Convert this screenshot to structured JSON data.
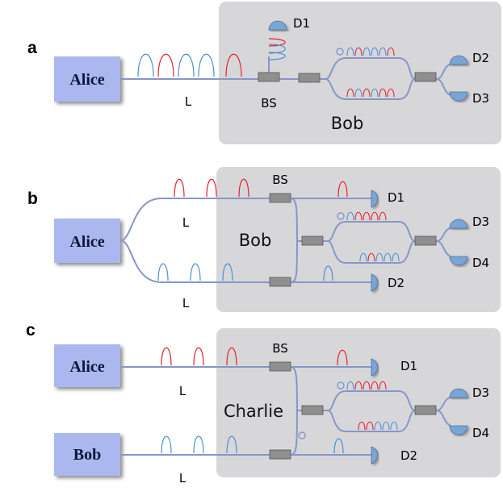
{
  "colors": {
    "fiber": "#8796c8",
    "box_fill": "#d7d7d9",
    "party_fill": "#aab8ef",
    "pulse_red": "#e8202a",
    "pulse_blue": "#4b8fd3",
    "detector": "#7aa6d6",
    "beamsplitter": "#8f8f8f"
  },
  "panels": [
    {
      "letter": "a",
      "party": "Alice",
      "fiber_label": "L",
      "station": "Bob",
      "bs_label": "BS",
      "detectors": [
        "D1",
        "D2",
        "D3"
      ]
    },
    {
      "letter": "b",
      "party": "Alice",
      "fiber_labels": [
        "L",
        "L"
      ],
      "station": "Bob",
      "bs_label": "BS",
      "detectors": [
        "D1",
        "D2",
        "D3",
        "D4"
      ]
    },
    {
      "letter": "c",
      "parties": [
        "Alice",
        "Bob"
      ],
      "fiber_labels": [
        "L",
        "L"
      ],
      "station": "Charlie",
      "bs_label": "BS",
      "detectors": [
        "D1",
        "D2",
        "D3",
        "D4"
      ]
    }
  ]
}
